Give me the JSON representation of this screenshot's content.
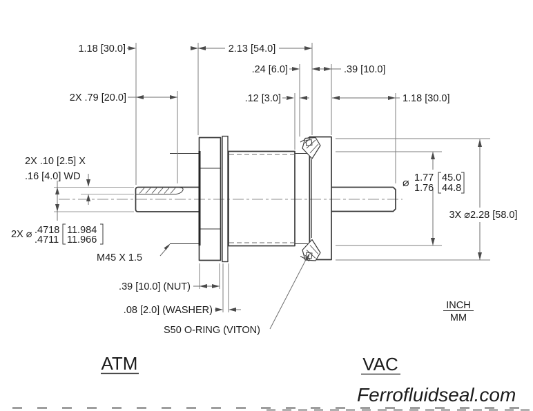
{
  "page": {
    "background": "#ffffff"
  },
  "drawing": {
    "views": {
      "left_title": "ATM",
      "right_title": "VAC"
    },
    "units_legend": {
      "top": "INCH",
      "bottom": "MM"
    },
    "watermark": "Ferrofluidseal.com",
    "dimensions": {
      "shaft_length_left": "1.18 [30.0]",
      "body_length": "2.13 [54.0]",
      "thread_length_left": "2X .79 [20.0]",
      "pilot_width": ".24 [6.0]",
      "step_width": ".12 [3.0]",
      "flange_thickness": ".39 [10.0]",
      "shaft_length_right": "1.18 [30.0]",
      "groove_spec_line1": "2X .10 [2.5] X",
      "groove_spec_line2": ".16 [4.0] WD",
      "shaft_dia": {
        "prefix": "2X ⌀",
        "inch_max": ".4718",
        "inch_min": ".4711",
        "mm_max": "11.984",
        "mm_min": "11.966"
      },
      "thread_spec": "M45 X 1.5",
      "nut_thickness": ".39 [10.0] (NUT)",
      "washer_thickness": ".08 [2.0] (WASHER)",
      "oring_callout": "S50 O-RING (VITON)",
      "pilot_dia": {
        "prefix": "⌀",
        "inch_max": "1.77",
        "inch_min": "1.76",
        "mm_max": "45.0",
        "mm_min": "44.8"
      },
      "outer_dia": "3X ⌀2.28 [58.0]"
    },
    "colors": {
      "outline": "#3a3a3a",
      "dim_line": "#6e6e6e",
      "light_line": "#9a9a9a",
      "text": "#1b1b1b",
      "border_dash": "#9e9e9e"
    }
  }
}
